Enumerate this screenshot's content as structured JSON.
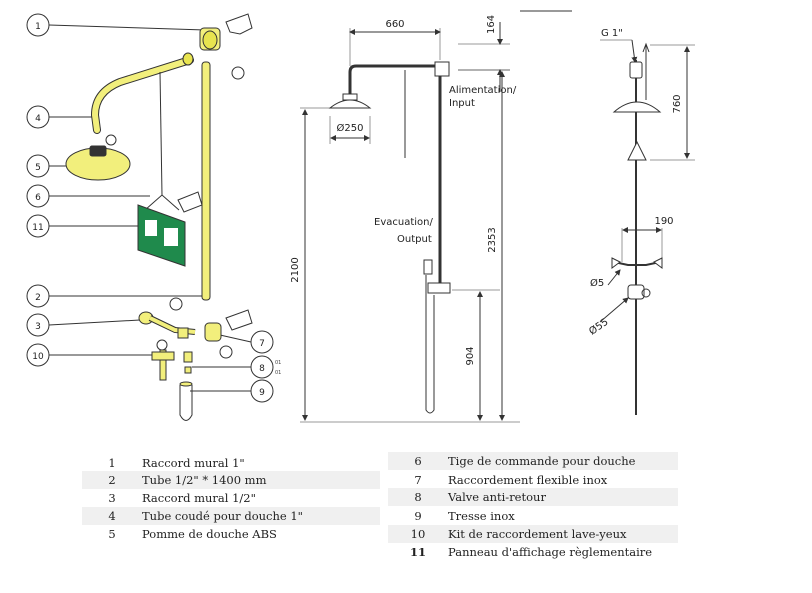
{
  "callouts": [
    "1",
    "4",
    "5",
    "6",
    "11",
    "2",
    "3",
    "10",
    "7",
    "8",
    "9"
  ],
  "dims": {
    "d660": "660",
    "d164": "164",
    "d250": "Ø250",
    "d2100": "2100",
    "d2353": "2353",
    "d904": "904",
    "g1": "G 1\"",
    "d760": "760",
    "d190": "190",
    "d5": "Ø5",
    "d55": "Ø55",
    "alim1": "Alimentation/",
    "alim2": "Input",
    "evac1": "Evacuation/",
    "evac2": "Output",
    "small01": "01",
    "small02": "01"
  },
  "legend_left": [
    {
      "num": "1",
      "label": "Raccord mural 1\""
    },
    {
      "num": "2",
      "label": "Tube 1/2\" * 1400 mm"
    },
    {
      "num": "3",
      "label": "Raccord mural 1/2\""
    },
    {
      "num": "4",
      "label": "Tube coudé pour douche 1\""
    },
    {
      "num": "5",
      "label": "Pomme de douche ABS"
    }
  ],
  "legend_right": [
    {
      "num": "6",
      "label": "Tige de commande pour douche"
    },
    {
      "num": "7",
      "label": "Raccordement flexible inox"
    },
    {
      "num": "8",
      "label": "Valve anti-retour"
    },
    {
      "num": "9",
      "label": "Tresse inox"
    },
    {
      "num": "10",
      "label": "Kit de raccordement lave-yeux"
    },
    {
      "num": "11",
      "label": "Panneau d'affichage règlementaire"
    }
  ],
  "colors": {
    "part": "#f2ef7c",
    "stroke": "#333333",
    "sign": "#1f8a4c"
  }
}
